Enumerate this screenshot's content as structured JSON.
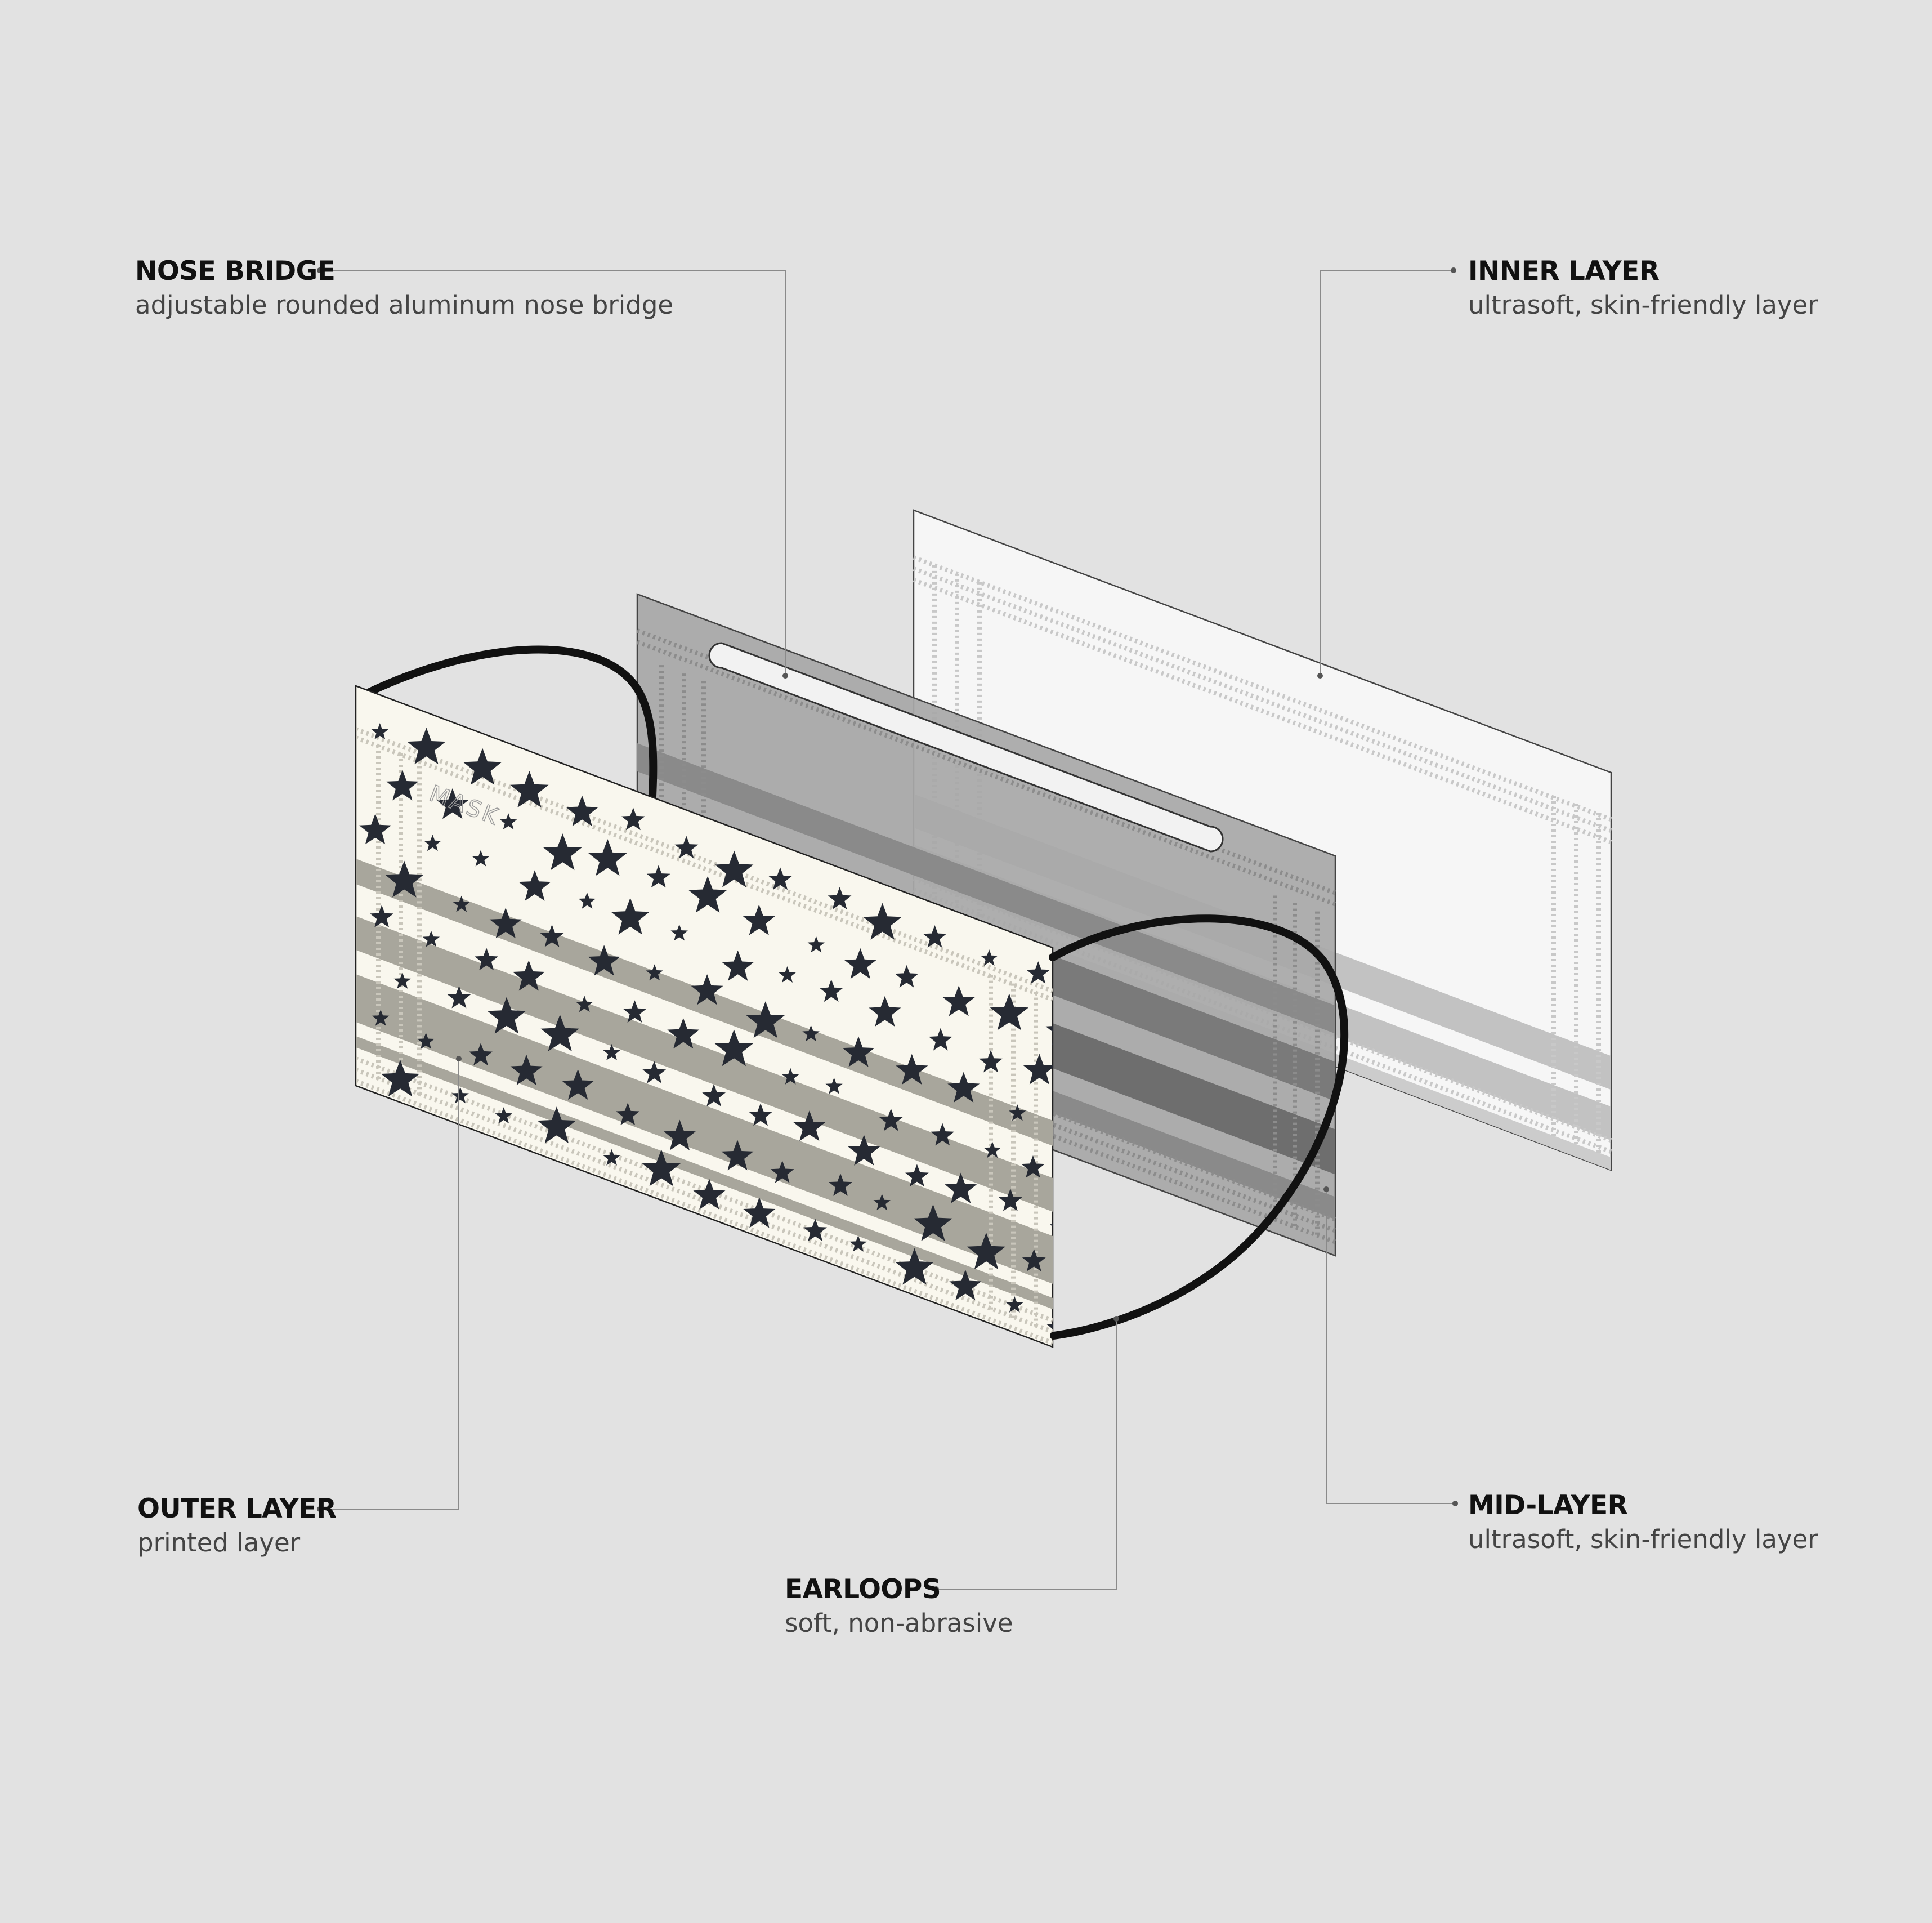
{
  "labels": {
    "nose_bridge": {
      "title": "NOSE BRIDGE",
      "desc": "adjustable rounded aluminum nose bridge"
    },
    "inner_layer": {
      "title": "INNER LAYER",
      "desc": "ultrasoft, skin-friendly layer"
    },
    "outer_layer": {
      "title": "OUTER LAYER",
      "desc": "printed layer"
    },
    "mid_layer": {
      "title": "MID-LAYER",
      "desc": "ultrasoft, skin-friendly layer"
    },
    "earloops": {
      "title": "EARLOOPS",
      "desc": "soft, non-abrasive"
    }
  },
  "brand_mark": "MASK",
  "colors": {
    "background": "#e2e2e2",
    "outer_fabric": "#f9f7ee",
    "star": "#262a33",
    "mid_layer": "#a8a8a8",
    "inner_layer": "#f6f6f6",
    "earloop": "#111111",
    "leader_line": "#8a8a8a"
  }
}
